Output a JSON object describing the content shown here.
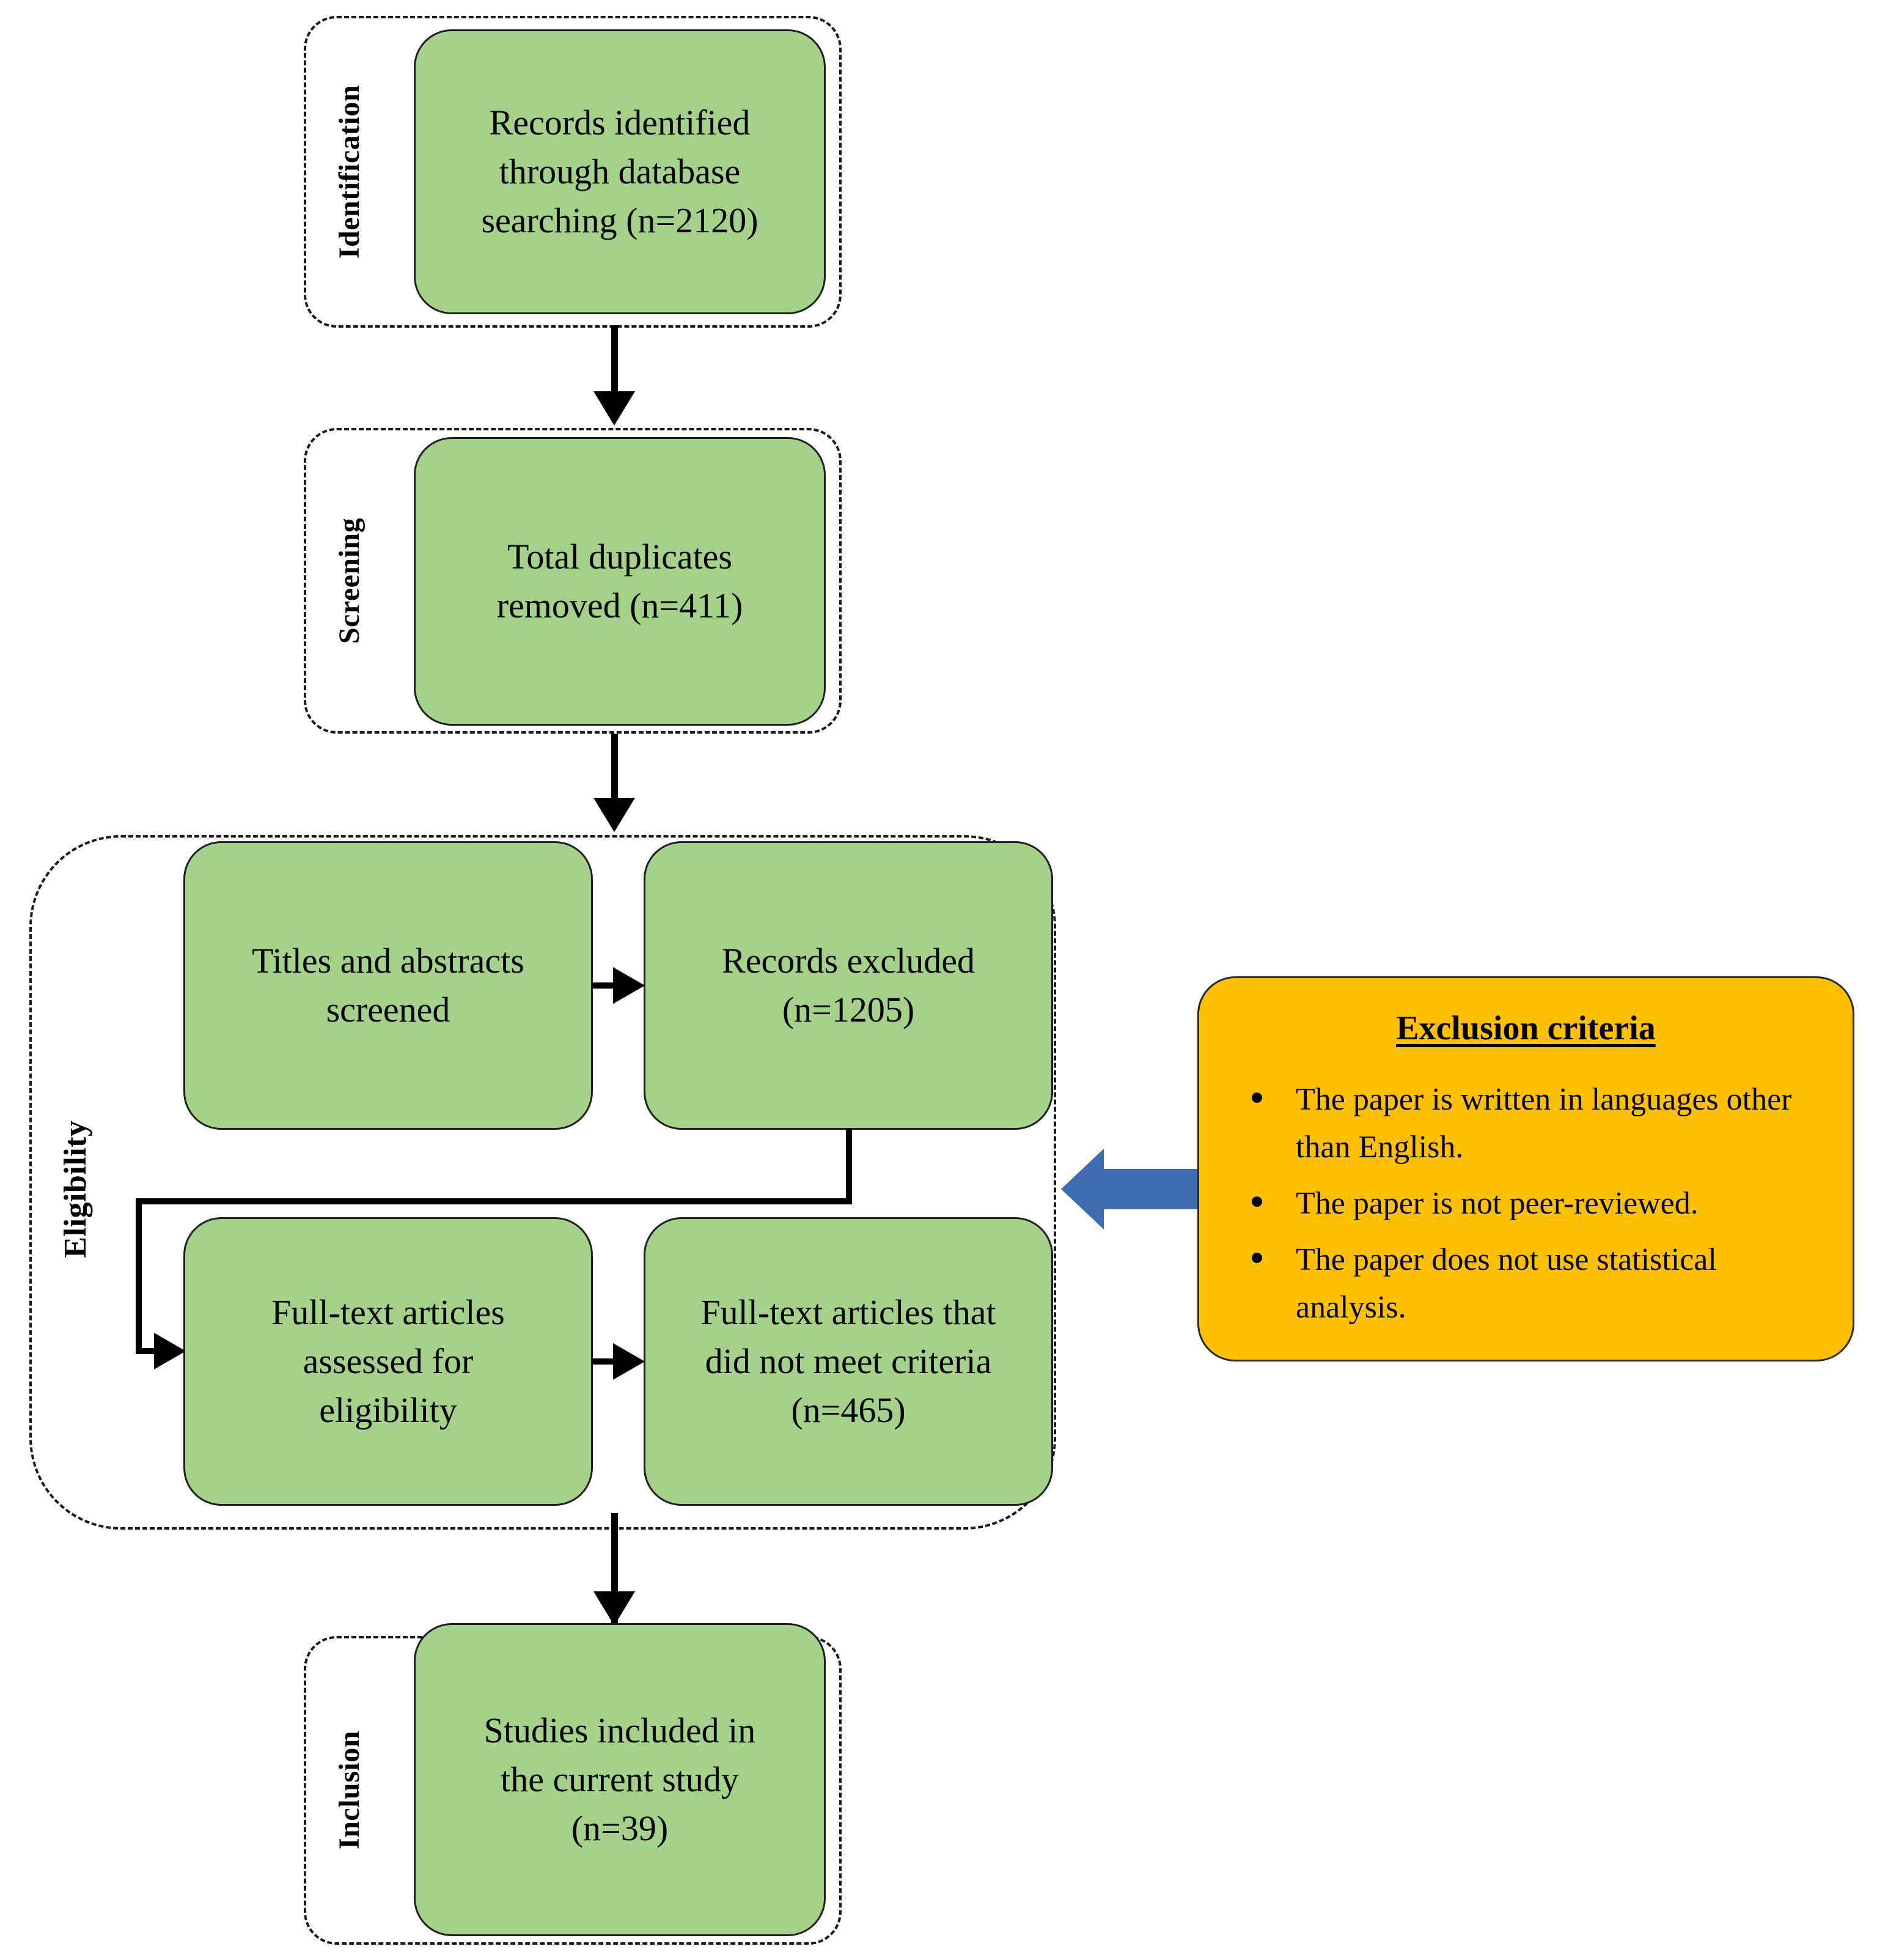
{
  "diagram": {
    "type": "prisma-flow-diagram",
    "colors": {
      "node_fill": "#a5d18a",
      "criteria_fill": "#FFC000",
      "blue_arrow": "#3f6cb0",
      "outline": "#1f1f1f",
      "text": "#000000"
    },
    "phases": [
      {
        "id": "identification",
        "label": "Identification"
      },
      {
        "id": "screening",
        "label": "Screening"
      },
      {
        "id": "eligibility",
        "label": "Eligibility"
      },
      {
        "id": "inclusion",
        "label": "Inclusion"
      }
    ],
    "nodes": [
      {
        "id": "records-identified",
        "phase": "identification",
        "lines": [
          "Records identified",
          "through database",
          "searching (n=2120)"
        ],
        "count": 2120
      },
      {
        "id": "duplicates-removed",
        "phase": "screening",
        "lines": [
          "Total duplicates",
          "removed (n=411)"
        ],
        "count": 411
      },
      {
        "id": "titles-abstracts-screened",
        "phase": "eligibility",
        "lines": [
          "Titles and abstracts",
          "screened"
        ],
        "count": null
      },
      {
        "id": "records-excluded",
        "phase": "eligibility",
        "lines": [
          "Records excluded",
          "(n=1205)"
        ],
        "count": 1205
      },
      {
        "id": "fulltext-assessed",
        "phase": "eligibility",
        "lines": [
          "Full-text articles",
          "assessed for",
          "eligibility"
        ],
        "count": null
      },
      {
        "id": "fulltext-not-met",
        "phase": "eligibility",
        "lines": [
          "Full-text articles that",
          "did not meet criteria",
          "(n=465)"
        ],
        "count": 465
      },
      {
        "id": "studies-included",
        "phase": "inclusion",
        "lines": [
          "Studies included in",
          "the current study",
          "(n=39)"
        ],
        "count": 39
      }
    ],
    "criteria": {
      "title": "Exclusion criteria",
      "items": [
        "The paper is written in languages other than English.",
        "The paper is not peer-reviewed.",
        "The paper does not use statistical analysis."
      ]
    },
    "connectors": [
      {
        "id": "identified-to-duplicates",
        "from": "records-identified",
        "to": "duplicates-removed",
        "direction": "down"
      },
      {
        "id": "duplicates-to-titles",
        "from": "duplicates-removed",
        "to": "titles-abstracts-screened",
        "direction": "down"
      },
      {
        "id": "titles-to-excluded",
        "from": "titles-abstracts-screened",
        "to": "records-excluded",
        "direction": "right"
      },
      {
        "id": "excluded-to-fulltext",
        "from": "records-excluded",
        "to": "fulltext-assessed",
        "direction": "elbow"
      },
      {
        "id": "fulltext-to-notmet",
        "from": "fulltext-assessed",
        "to": "fulltext-not-met",
        "direction": "right"
      },
      {
        "id": "notmet-to-included",
        "from": "fulltext-not-met",
        "to": "studies-included",
        "direction": "down"
      },
      {
        "id": "criteria-to-eligibility",
        "from": "criteria",
        "to": "eligibility",
        "direction": "left",
        "style": "block-arrow"
      }
    ]
  }
}
